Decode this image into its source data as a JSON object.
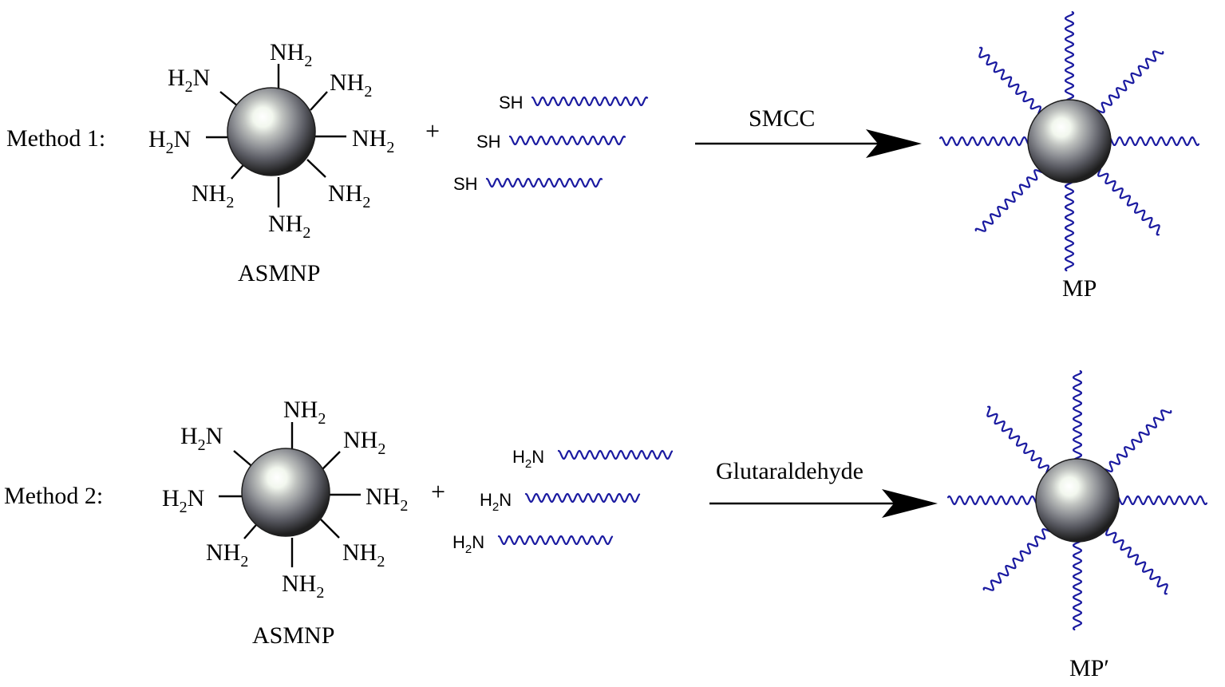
{
  "methods": [
    {
      "label": "Method 1:",
      "plus": "+",
      "particle_label": "ASMNP",
      "amine_group": {
        "main": "NH",
        "sub": "2"
      },
      "amine_group_left": {
        "pre": "H",
        "sub": "2",
        "post": "N"
      },
      "reagent_group": "SH",
      "reagent": "SMCC",
      "product_label": "MP"
    },
    {
      "label": "Method 2:",
      "plus": "+",
      "particle_label": "ASMNP",
      "amine_group": {
        "main": "NH",
        "sub": "2"
      },
      "amine_group_left": {
        "pre": "H",
        "sub": "2",
        "post": "N"
      },
      "reagent_group": {
        "pre": "H",
        "sub": "2",
        "post": "N"
      },
      "reagent": "Glutaraldehyde",
      "product_label": "MP′"
    }
  ],
  "colors": {
    "strand": "#1a1aa0",
    "sphere_dark": "#1e1e1e",
    "sphere_light": "#ffffff"
  }
}
